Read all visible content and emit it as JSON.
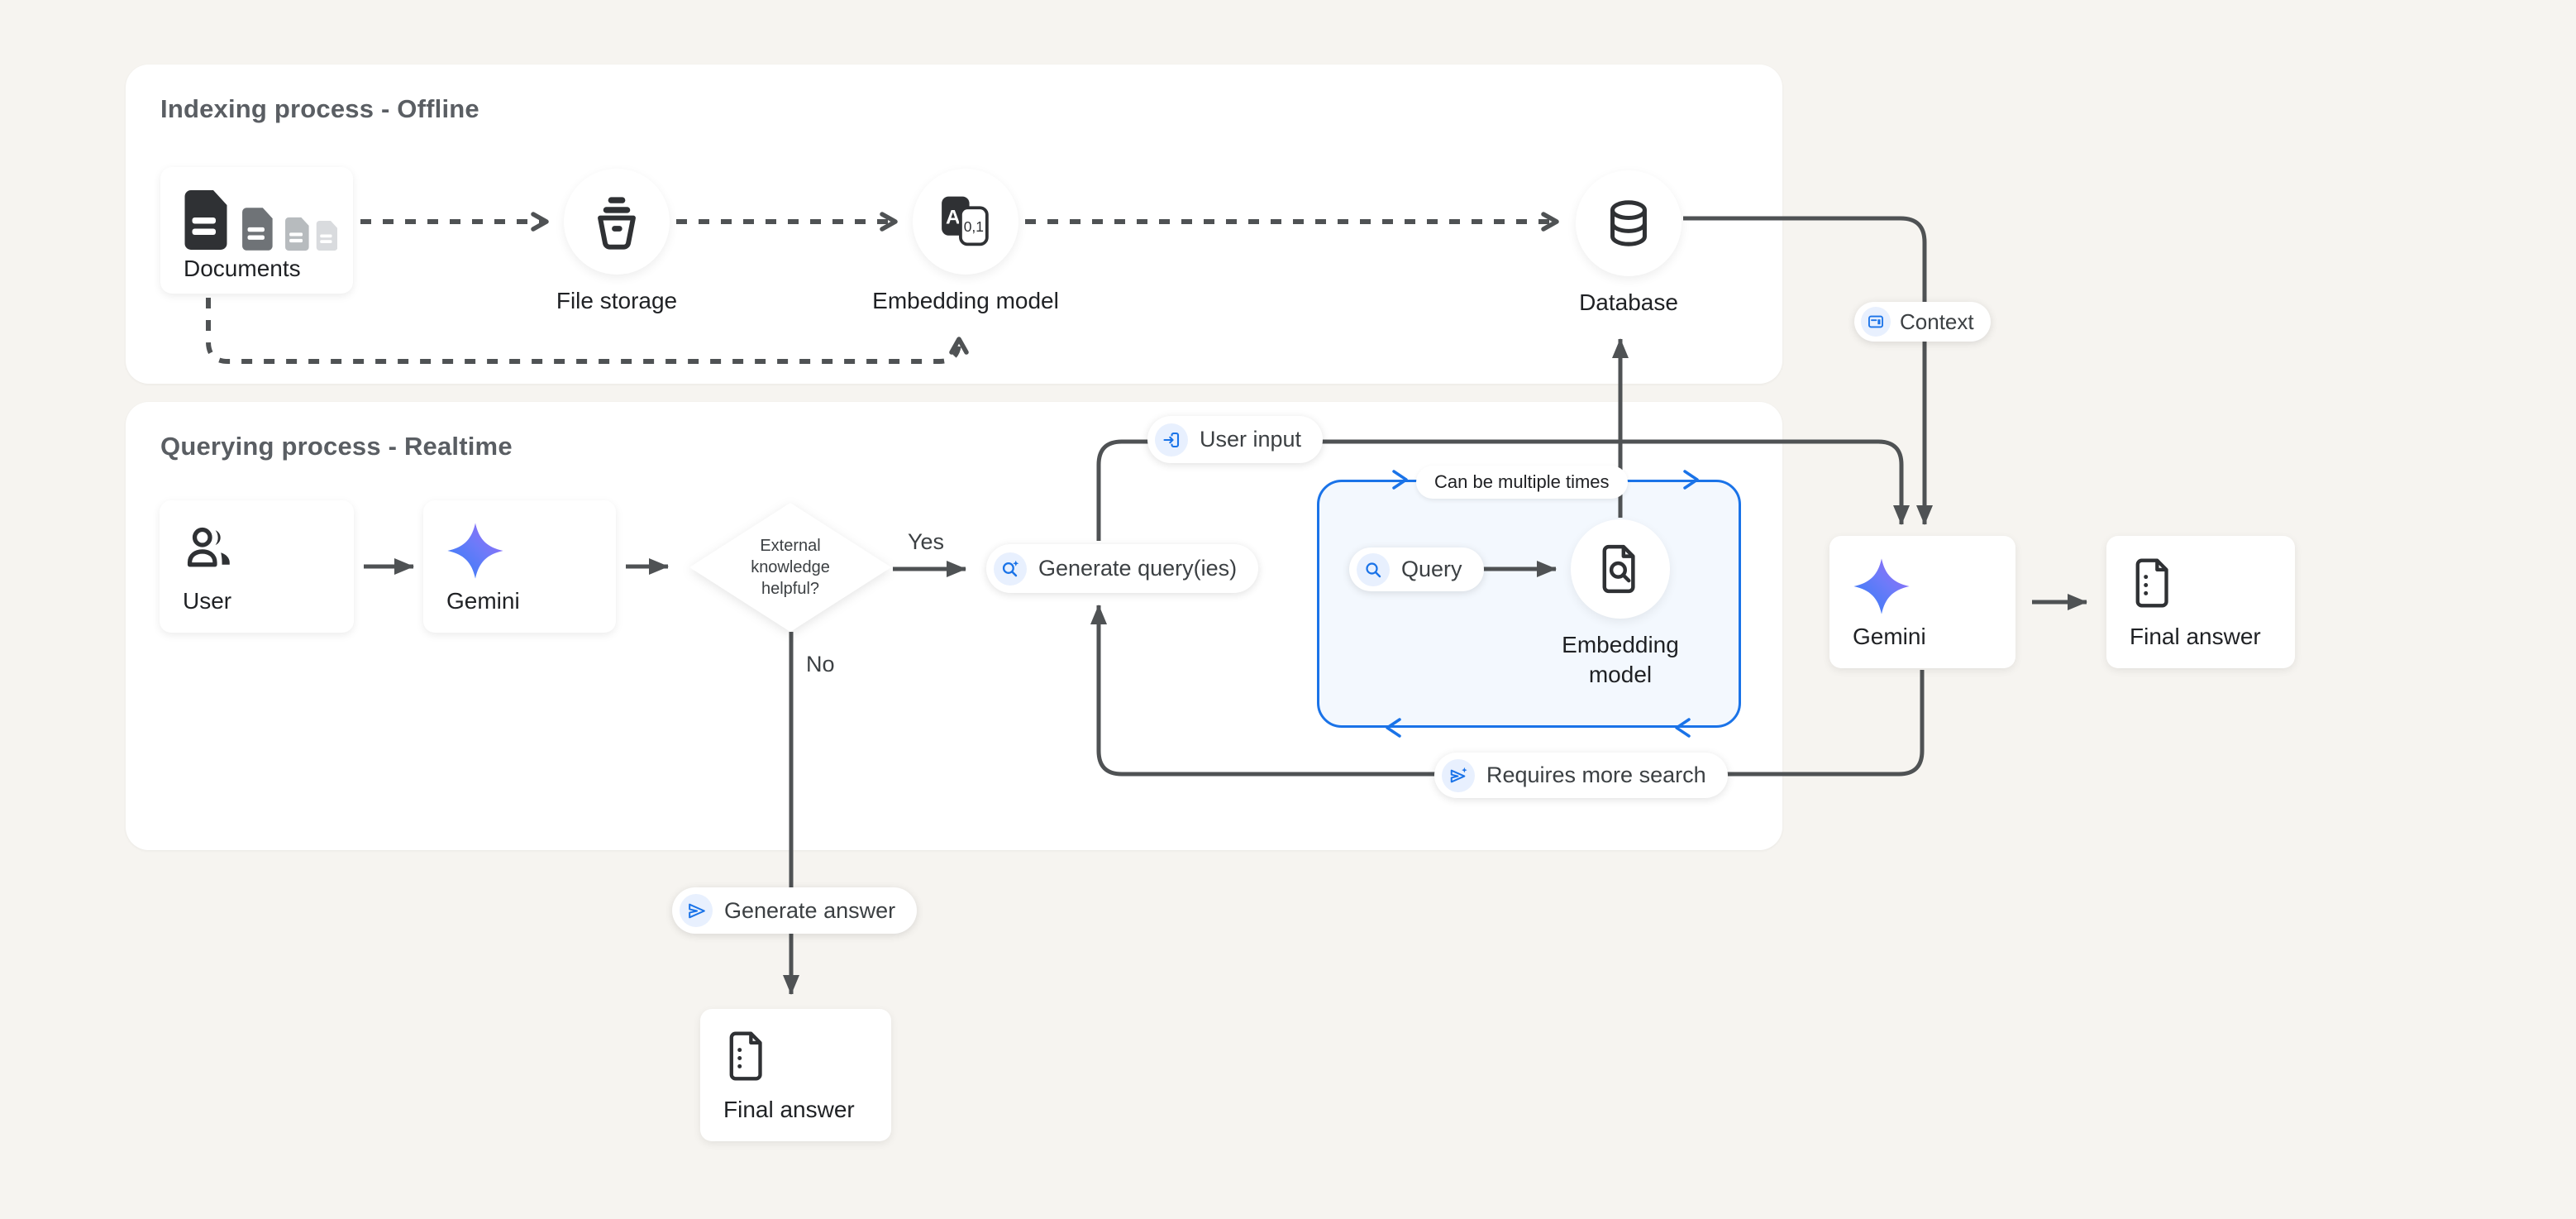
{
  "colors": {
    "bg": "#f6f4f0",
    "panel": "#ffffff",
    "line": "#4f5254",
    "blue": "#1a73e8",
    "blue-bg": "#e8f0fe",
    "box-fill": "#f3f8fe",
    "title": "#5a5e63",
    "text": "#1f2124",
    "pill-text": "#3c4043"
  },
  "panels": {
    "indexing": {
      "title": "Indexing process - Offline"
    },
    "querying": {
      "title": "Querying process - Realtime"
    }
  },
  "nodes": {
    "documents": {
      "label": "Documents"
    },
    "file_storage": {
      "label": "File storage"
    },
    "embedding_top": {
      "label": "Embedding model"
    },
    "database": {
      "label": "Database"
    },
    "user": {
      "label": "User"
    },
    "gemini_left": {
      "label": "Gemini"
    },
    "decision": {
      "question": "External knowledge helpful?"
    },
    "embedding_query": {
      "label": "Embedding model"
    },
    "gemini_right": {
      "label": "Gemini"
    },
    "final_answer_right": {
      "label": "Final answer"
    },
    "final_answer_bottom": {
      "label": "Final answer"
    }
  },
  "pills": {
    "user_input": "User input",
    "generate_queries": "Generate query(ies)",
    "query": "Query",
    "can_multiple": "Can be multiple times",
    "context": "Context",
    "requires_more_search": "Requires more search",
    "generate_answer": "Generate answer"
  },
  "edge_labels": {
    "yes": "Yes",
    "no": "No"
  },
  "icon_glyphs": {
    "embedding_letter": "A",
    "embedding_digits": "0,1"
  },
  "icons": [
    "document-stack-icon",
    "bucket-storage-icon",
    "translate-embedding-icon",
    "database-icon",
    "users-icon",
    "gemini-star-icon",
    "search-sparkle-icon",
    "search-icon",
    "doc-search-icon",
    "login-input-icon",
    "article-context-icon",
    "send-sparkle-icon",
    "send-icon",
    "doc-list-icon"
  ]
}
